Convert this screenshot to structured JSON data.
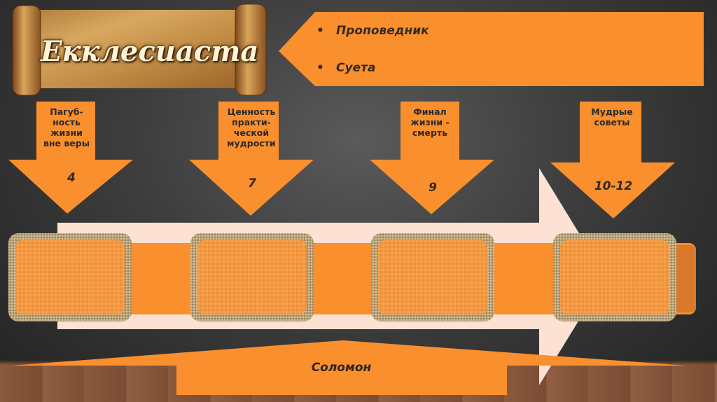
{
  "title": "Екклесиаста",
  "bullets": [
    "Проповедник",
    "Суета"
  ],
  "stages": [
    {
      "label_lines": [
        "Пагуб-",
        "ность",
        "жизни",
        "вне веры"
      ],
      "number": "4"
    },
    {
      "label_lines": [
        "Ценность",
        "практи-",
        "ческой",
        "мудрости"
      ],
      "number": "7"
    },
    {
      "label_lines": [
        "Финал",
        "жизни -",
        "смерть"
      ],
      "number": "9"
    },
    {
      "label_lines": [
        "Мудрые",
        "советы"
      ],
      "number": "10-12"
    }
  ],
  "footer": {
    "label": "Соломон"
  },
  "colors": {
    "orange": "#fa8f2e",
    "parchment": "#c9913e",
    "arrow_pale": "#fde2d4"
  }
}
